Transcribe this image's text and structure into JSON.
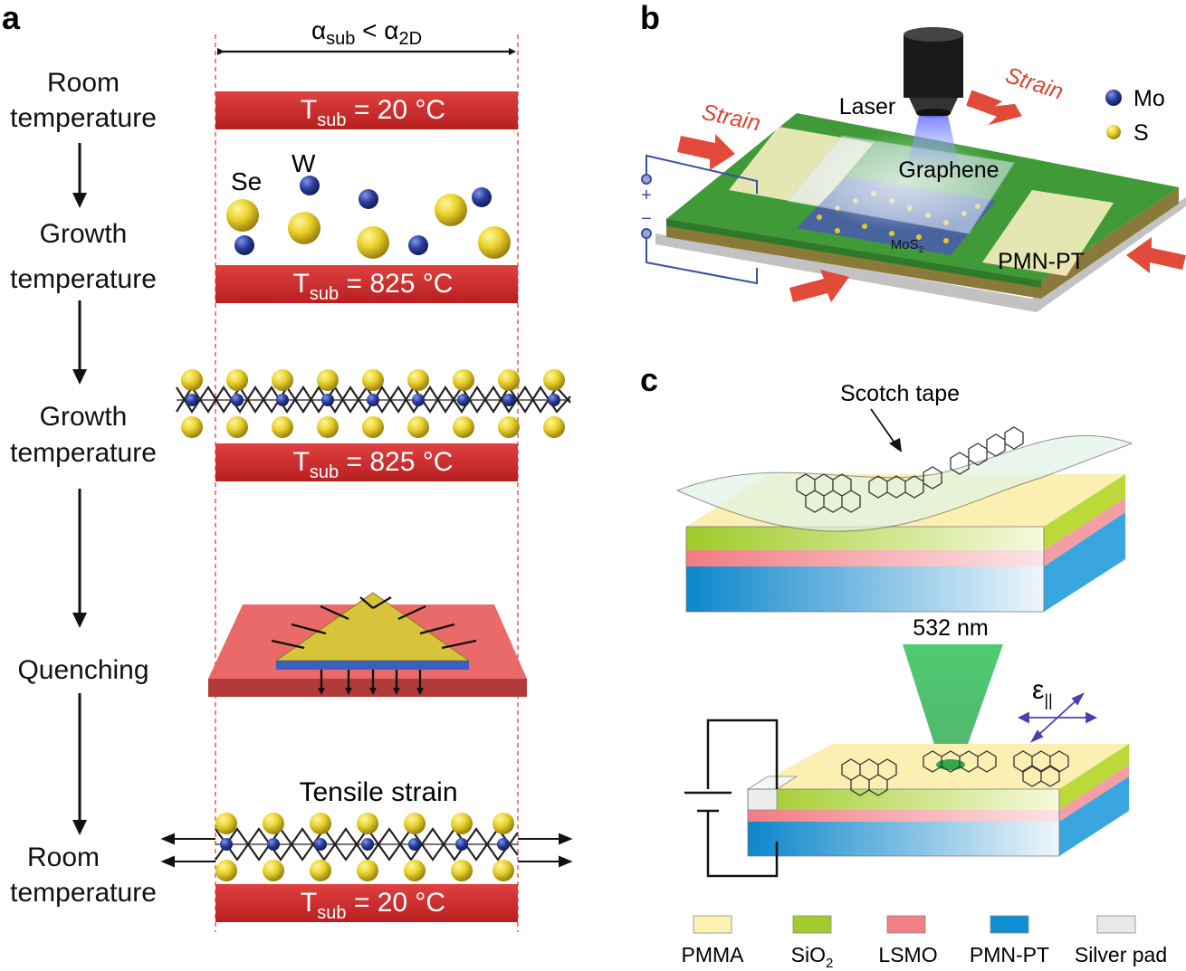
{
  "panels": {
    "a": {
      "letter": "a",
      "alpha_relation": {
        "a": "α",
        "sub": "sub",
        "lt": " < ",
        "b": "α",
        "sub2": "2D"
      },
      "stages": [
        "Room",
        "temperature",
        "Growth",
        "temperature",
        "Growth",
        "temperature",
        "Quenching",
        "Room",
        "temperature"
      ],
      "bars": [
        {
          "T": "T",
          "sub": "sub",
          "value": " = 20 °C"
        },
        {
          "T": "T",
          "sub": "sub",
          "value": " = 825 °C"
        },
        {
          "T": "T",
          "sub": "sub",
          "value": " = 825 °C"
        },
        {
          "T": "T",
          "sub": "sub",
          "value": " = 20 °C"
        }
      ],
      "atoms": {
        "se": "Se",
        "w": "W"
      },
      "tensile_label": "Tensile strain"
    },
    "b": {
      "letter": "b",
      "labels": {
        "laser": "Laser",
        "strain_left": "Strain",
        "strain_right": "Strain",
        "graphene": "Graphene",
        "mos2_base": "MoS",
        "mos2_sub": "2",
        "substrate": "PMN-PT",
        "plus": "+",
        "minus": "−"
      },
      "legend": [
        {
          "label": "Mo",
          "color": "#1f3f8f"
        },
        {
          "label": "S",
          "color": "#e6c52a"
        }
      ]
    },
    "c": {
      "letter": "c",
      "labels": {
        "scotch": "Scotch tape",
        "laser": "532 nm",
        "epsilon": "ε",
        "epsilon_sub": "||"
      },
      "legend": [
        {
          "label": "PMMA",
          "sub": "",
          "color": "#fdf2b4"
        },
        {
          "label": "SiO",
          "sub": "2",
          "color": "#a2cc2e"
        },
        {
          "label": "LSMO",
          "sub": "",
          "color": "#f07f86"
        },
        {
          "label": "PMN-PT",
          "sub": "",
          "color": "#0f8fd3"
        },
        {
          "label": "Silver pad",
          "sub": "",
          "color": "#e8e8e8"
        }
      ]
    }
  },
  "colors": {
    "bar_red": "#d42b2b",
    "se_yellow": "#e8d22a",
    "w_blue": "#2a3d9a",
    "strain_arrow": "#e24a3a",
    "board_green": "#3f9a37",
    "laser_green": "#39c35c"
  }
}
